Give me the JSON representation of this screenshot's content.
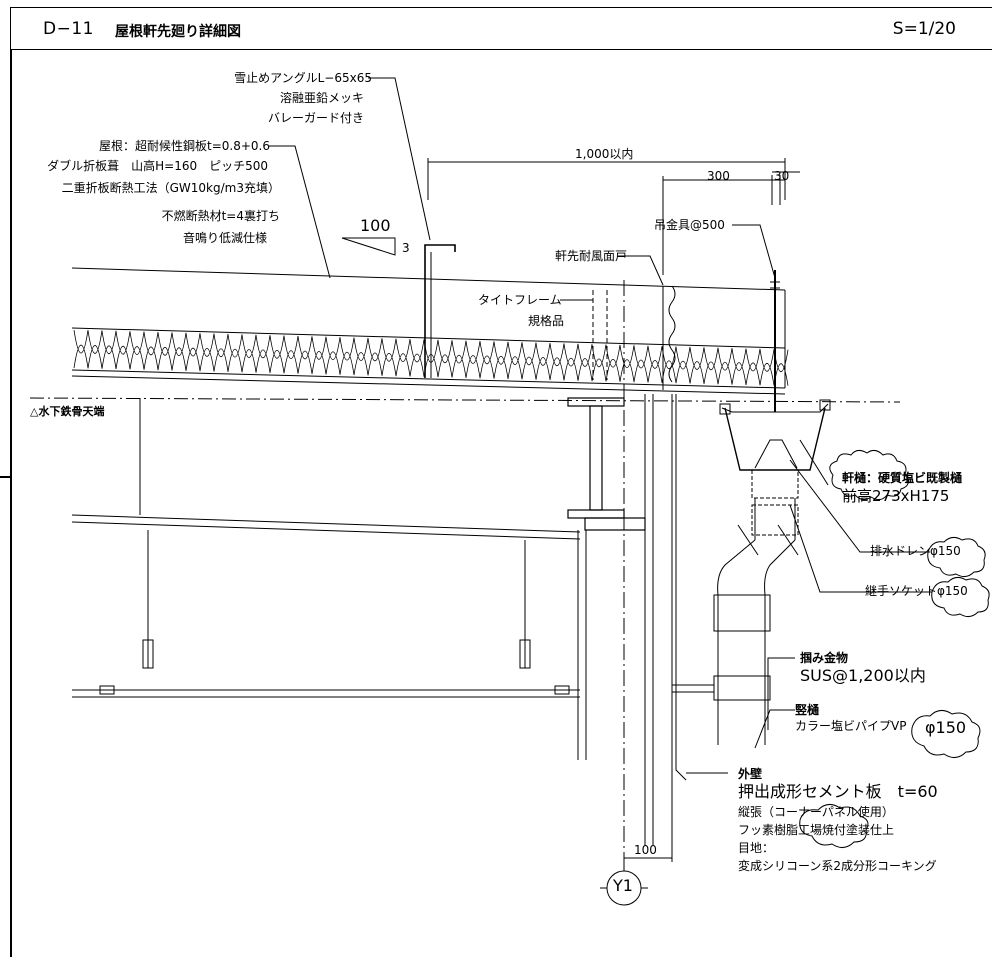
{
  "header": {
    "code": "D−11",
    "title": "屋根軒先廻り詳細図",
    "scale": "S=1/20"
  },
  "labels": {
    "snow_angle_1": "雪止めアングルL−65x65",
    "snow_angle_2": "溶融亜鉛メッキ",
    "snow_angle_3": "バレーガード付き",
    "roof_1": "屋根：超耐候性鋼板t=0.8+0.6",
    "roof_2": "ダブル折板葺　山高H=160　ピッチ500",
    "roof_3": "二重折板断熱工法（GW10kg/m3充填）",
    "roof_4": "不燃断熱材t=4裏打ち",
    "roof_5": "音鳴り低減仕様",
    "slope_run": "100",
    "slope_rise": "3",
    "dim_overhang": "1,000以内",
    "dim_300": "300",
    "dim_30": "30",
    "hanger": "吊金具@500",
    "eaves_panel": "軒先耐風面戸",
    "tight_frame_1": "タイトフレーム",
    "tight_frame_2": "規格品",
    "steel_top": "△水下鉄骨天端",
    "gutter_1": "軒樋：硬質塩ビ既製樋",
    "gutter_2": "前高273xH175",
    "drain": "排水ドレンφ150",
    "socket": "継手ソケットφ150",
    "bracket_1": "掴み金物",
    "bracket_2": "SUS@1,200以内",
    "downpipe_1": "竪樋",
    "downpipe_2": "カラー塩ビパイプVP",
    "downpipe_3": "φ150",
    "wall_1": "外壁",
    "wall_2": "押出成形セメント板　t=60",
    "wall_3": "縦張（コーナーパネル使用）",
    "wall_4": "フッ素樹脂工場焼付塗装仕上",
    "wall_5": "目地：",
    "wall_6": "変成シリコーン系2成分形コーキング",
    "dim_100": "100",
    "grid": "Y1"
  }
}
